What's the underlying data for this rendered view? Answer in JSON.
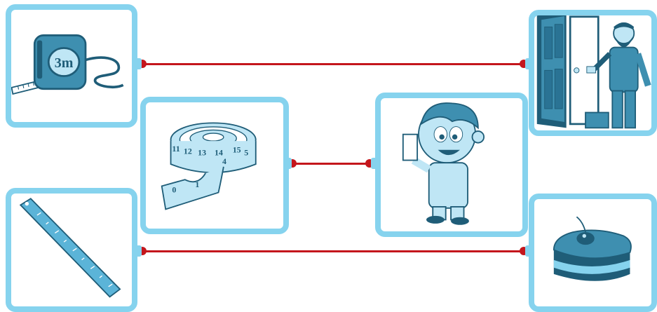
{
  "colors": {
    "card_border": "#86d3ee",
    "connector_line": "#c4161c",
    "connector_dot": "#c4161c",
    "icon_fill": "#3e8fb0",
    "icon_dark": "#1f5d78",
    "icon_light": "#bfe6f5"
  },
  "measuring_tape_box": {
    "icon": "tape-measure-icon",
    "label": "3m"
  },
  "tailor_tape": {
    "icon": "tailor-tape-icon",
    "numbers": [
      "11",
      "12",
      "13",
      "14",
      "15",
      "4",
      "5",
      "0",
      "1"
    ]
  },
  "ruler": {
    "icon": "ruler-icon"
  },
  "door_workman": {
    "icon": "carpenter-door-icon"
  },
  "boy_with_cloth": {
    "icon": "boy-cloth-icon"
  },
  "cake": {
    "icon": "cake-icon"
  },
  "connections": [
    {
      "from": "tape-measure-card",
      "to": "door-card"
    },
    {
      "from": "tailor-tape-card",
      "to": "boy-card"
    },
    {
      "from": "ruler-card",
      "to": "cake-card"
    }
  ]
}
